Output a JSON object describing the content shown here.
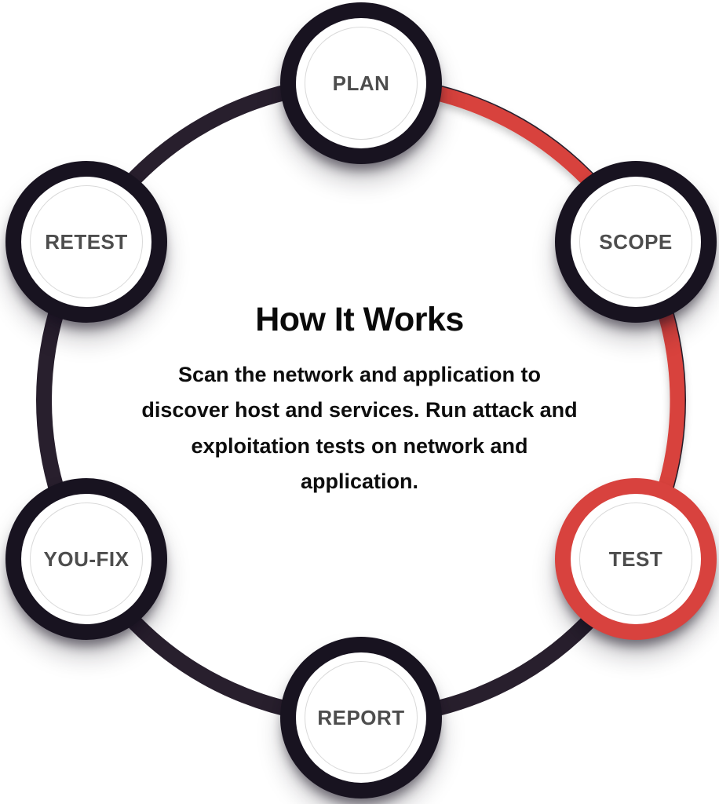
{
  "page": {
    "background_color": "#ffffff"
  },
  "diagram": {
    "title": "How It Works",
    "description": "Scan the network and application to discover host and services. Run attack and exploitation tests on network and application.",
    "steps": [
      {
        "label": "PLAN",
        "state": "default"
      },
      {
        "label": "SCOPE",
        "state": "default"
      },
      {
        "label": "TEST",
        "state": "highlighted"
      },
      {
        "label": "REPORT",
        "state": "default"
      },
      {
        "label": "YOU-FIX",
        "state": "default"
      },
      {
        "label": "RETEST",
        "state": "default"
      }
    ],
    "colors": {
      "highlight_red": "#d8423e",
      "ring_dark": "#281f2d",
      "node_ring_dark": "#181320",
      "node_fill": "#ffffff",
      "node_label_gray": "#4d4d4d",
      "inner_ring_gray": "#d9d9d9",
      "text_black": "#0a0a0a"
    }
  }
}
